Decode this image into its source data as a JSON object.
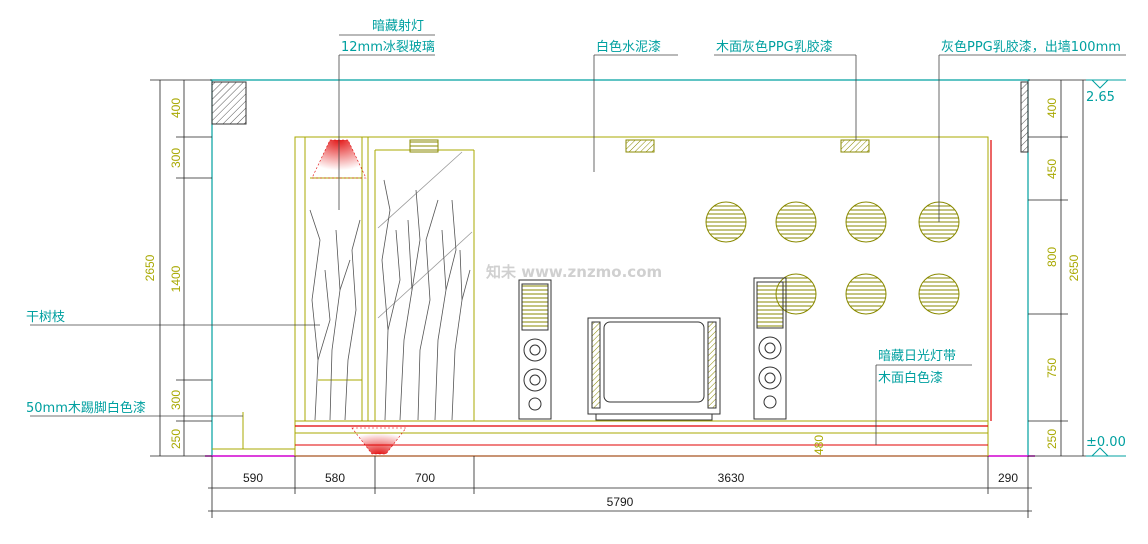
{
  "labels": {
    "hidden_spotlight": "暗藏射灯",
    "ice_glass": "12mm冰裂玻璃",
    "white_cement": "白色水泥漆",
    "wood_grey_latex": "木面灰色PPG乳胶漆",
    "grey_latex_out": "灰色PPG乳胶漆，出墙100mm",
    "dry_branches": "干树枝",
    "skirting": "50mm木踢脚白色漆",
    "hidden_light_strip": "暗藏日光灯带",
    "wood_white_paint": "木面白色漆"
  },
  "levels": {
    "top": "2.65",
    "floor": "±0.00"
  },
  "dims_left": {
    "total": "2650",
    "segments": [
      "400",
      "300",
      "1400",
      "300",
      "250"
    ]
  },
  "dims_right": {
    "total": "2650",
    "segments": [
      "400",
      "450",
      "800",
      "750",
      "250"
    ]
  },
  "dims_bottom": {
    "segments": [
      "590",
      "580",
      "700",
      "3630",
      "290"
    ],
    "total": "5790"
  },
  "inner_dim": "480",
  "watermark": "知未 www.znzmo.com",
  "colors": {
    "cyan": "#00a0a0",
    "yellow": "#a8a800",
    "red": "#e00000",
    "magenta": "#d000d0",
    "dark": "#1a1a1a"
  }
}
